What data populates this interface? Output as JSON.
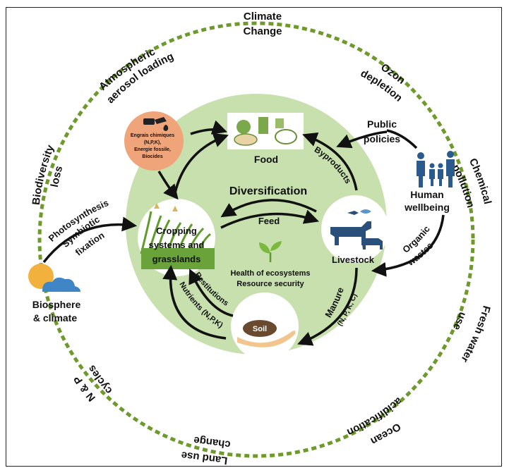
{
  "outer_labels": {
    "climate_change": [
      "Climate",
      "Change"
    ],
    "ozone": [
      "Ozon",
      "depletion"
    ],
    "chemical": [
      "Chemical",
      "pollution"
    ],
    "freshwater": [
      "Fresh water",
      "use"
    ],
    "ocean": [
      "Ocean",
      "acidification"
    ],
    "landuse": [
      "Land use",
      "change"
    ],
    "np": [
      "N & P",
      "cycles"
    ],
    "biodiversity": [
      "Biodiversity",
      "loss"
    ],
    "aerosol": [
      "Atmospheric",
      "aerosol loading"
    ]
  },
  "nodes": {
    "food": "Food",
    "cropping": [
      "Cropping",
      "systems and",
      "grasslands"
    ],
    "livestock": "Livestock",
    "soil": "Soil",
    "human": [
      "Human",
      "wellbeing"
    ],
    "biosphere": [
      "Biosphere",
      "& climate"
    ],
    "fertilizer": [
      "Engrais chimiques",
      "(N,P,K),",
      "Energie fossile,",
      "Biocides"
    ]
  },
  "center": {
    "diversification": "Diversification",
    "feed": "Feed",
    "health": "Health of ecosystems",
    "resource": "Resource security"
  },
  "flows": {
    "byproducts": "Byproducts",
    "public_policies": [
      "Public",
      "policies"
    ],
    "organic_wastes": [
      "Organic",
      "wastes"
    ],
    "manure": [
      "Manure",
      "(N, P, K, C)"
    ],
    "restitutions": "Restitutions",
    "nutrients": "Nutrients (N,P,K)",
    "photosynthesis": "Photosynthesis",
    "symbiotic": [
      "Symbiotic",
      "fixation"
    ]
  },
  "colors": {
    "dashed_ring": "#6e9a2c",
    "inner_disc": "#c7e0ad",
    "fertilizer_disc": "#f0a47a",
    "livestock": "#2a4f7a",
    "human": "#2b5b8d",
    "sun": "#f2b13c",
    "cloud": "#3f86c6"
  }
}
